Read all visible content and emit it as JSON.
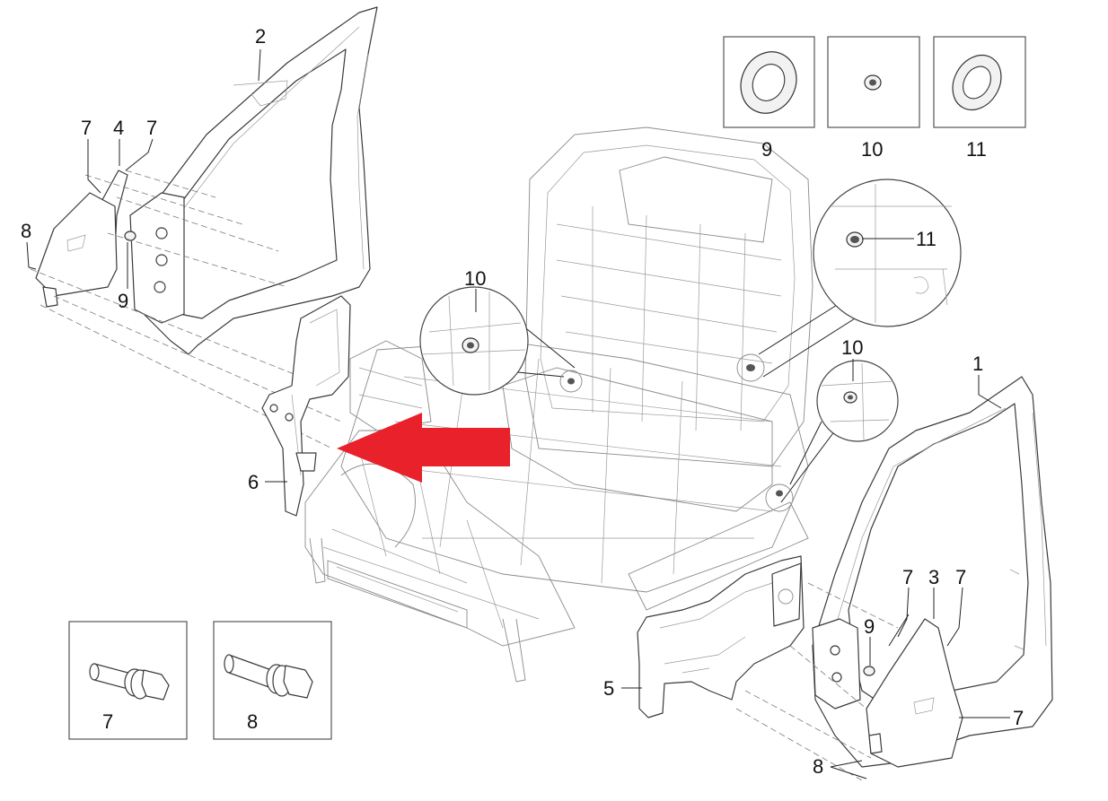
{
  "callouts": {
    "door_frame_left": "2",
    "bracket_left": "4",
    "bolt_7_a": "7",
    "bolt_7_b": "7",
    "bolt_8_left": "8",
    "grommet_9_left": "9",
    "pillar_6": "6",
    "plug_10_center": "10",
    "grommet_11_zoom": "11",
    "plug_10_right": "10",
    "door_frame_right": "1",
    "fender_3": "3",
    "bolt_7_c": "7",
    "bolt_7_d": "7",
    "grommet_9_right": "9",
    "bolt_7_e": "7",
    "bolt_8_right": "8",
    "support_5": "5"
  },
  "legend": {
    "item_9": "9",
    "item_10": "10",
    "item_11": "11",
    "item_7": "7",
    "item_8": "8"
  },
  "colors": {
    "arrow": "#e8212b",
    "line": "#3a3a3a"
  },
  "arrow_icon": "direction-arrow-icon"
}
